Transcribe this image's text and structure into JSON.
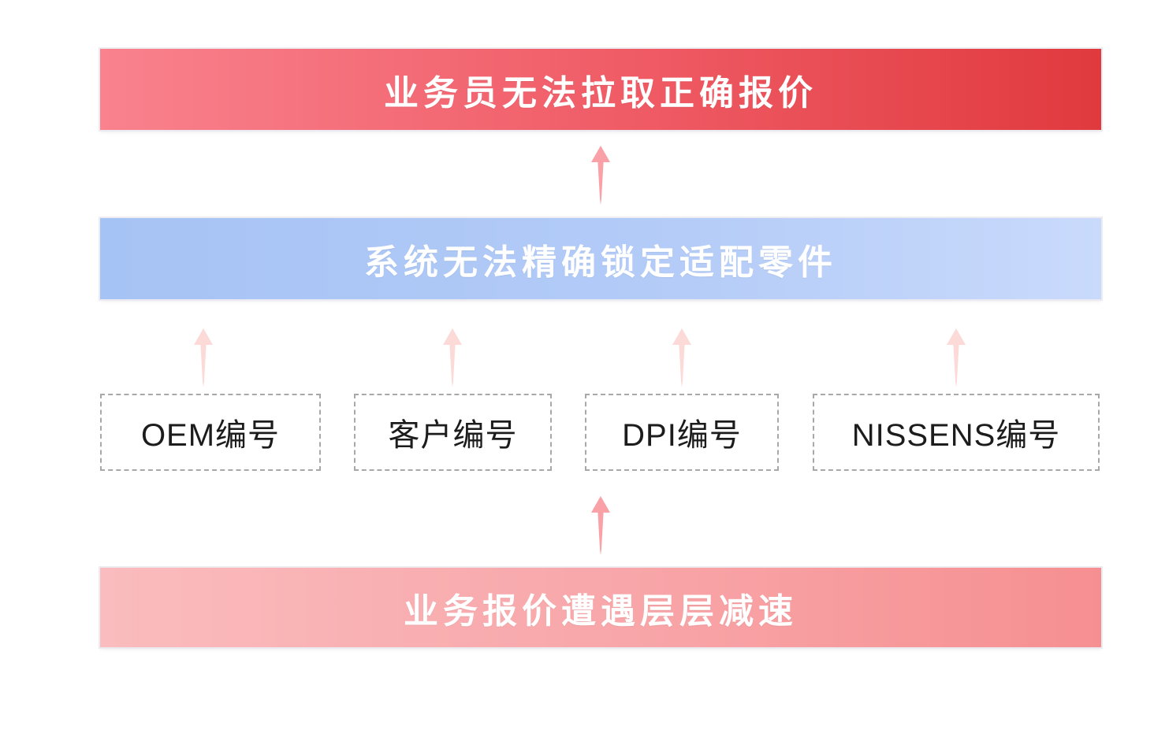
{
  "flow": {
    "top_banner": {
      "label": "业务员无法拉取正确报价",
      "color_left": "#f9828e",
      "color_right": "#e03a3e",
      "text_color": "#ffffff"
    },
    "middle_banner": {
      "label": "系统无法精确锁定适配零件",
      "color_left": "#a6c3f5",
      "color_right": "#c9dafc",
      "text_color": "#ffffff"
    },
    "code_boxes": [
      {
        "label": "OEM编号"
      },
      {
        "label": "客户编号"
      },
      {
        "label": "DPI编号"
      },
      {
        "label": "NISSENS编号"
      }
    ],
    "bottom_banner": {
      "label": "业务报价遭遇层层减速",
      "color_left": "#fabcbe",
      "color_right": "#f68f91",
      "text_color": "#ffffff"
    },
    "arrows": {
      "direction": "up",
      "main_arrow_color": "#f9a1a6",
      "small_arrow_color": "#fbdad8"
    },
    "box_border_color": "#a8a8a8",
    "box_text_color": "#1c1c1c",
    "background_color": "#ffffff"
  }
}
